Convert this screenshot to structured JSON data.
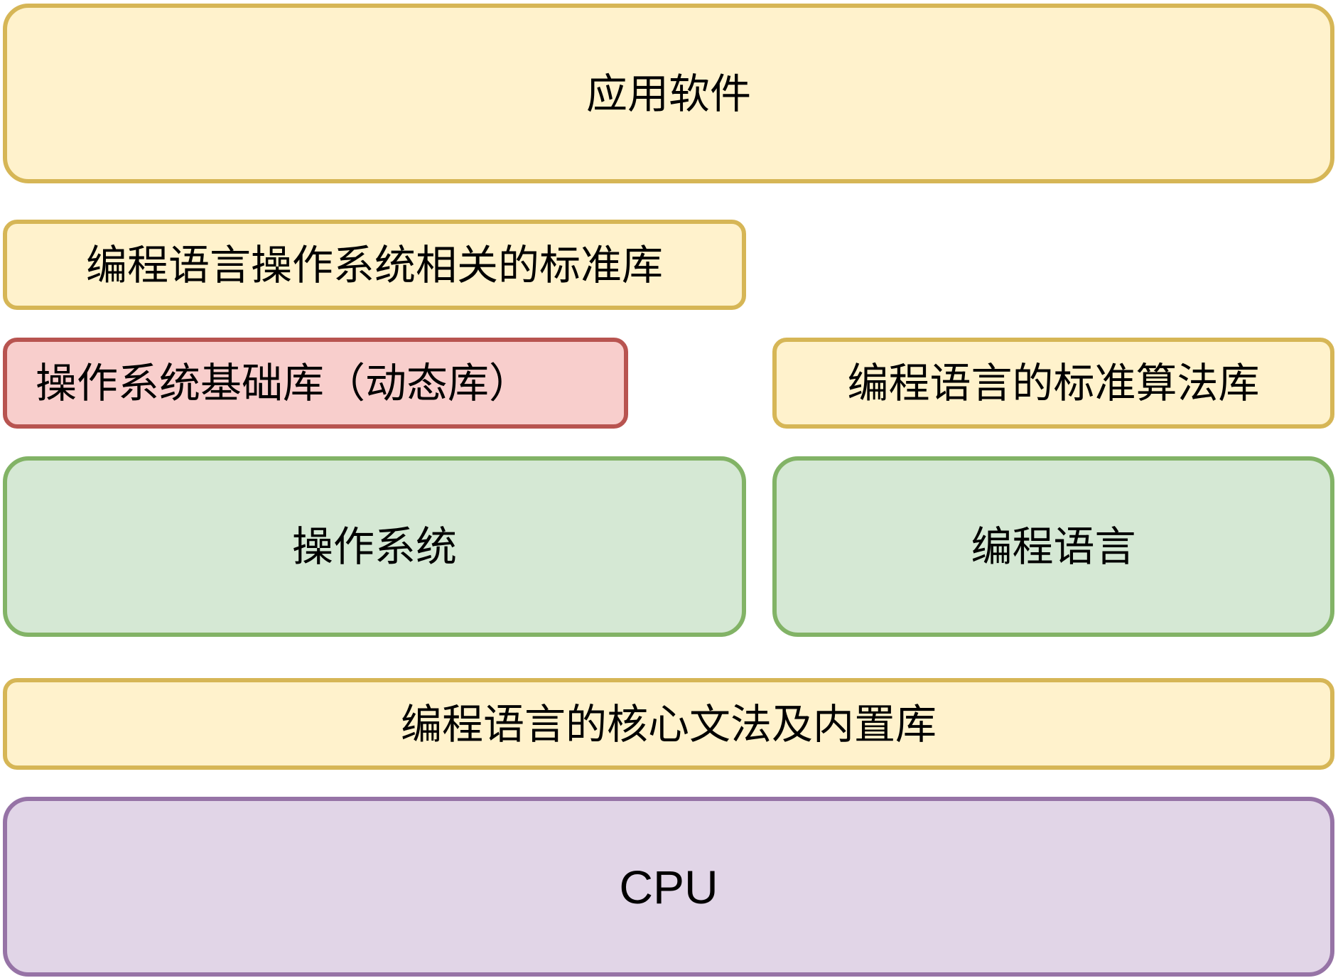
{
  "diagram": {
    "layers": {
      "app_software": "应用软件",
      "os_lang_stdlib": "编程语言操作系统相关的标准库",
      "os_base_lib": "操作系统基础库（动态库）",
      "lang_algo_lib": "编程语言的标准算法库",
      "os": "操作系统",
      "lang": "编程语言",
      "core_syntax": "编程语言的核心文法及内置库",
      "cpu": "CPU"
    },
    "colors": {
      "yellow_fill": "#fff2cc",
      "yellow_border": "#d6b656",
      "red_fill": "#f8cecc",
      "red_border": "#b85450",
      "green_fill": "#d5e8d4",
      "green_border": "#82b366",
      "purple_fill": "#e1d5e7",
      "purple_border": "#9673a6"
    }
  }
}
